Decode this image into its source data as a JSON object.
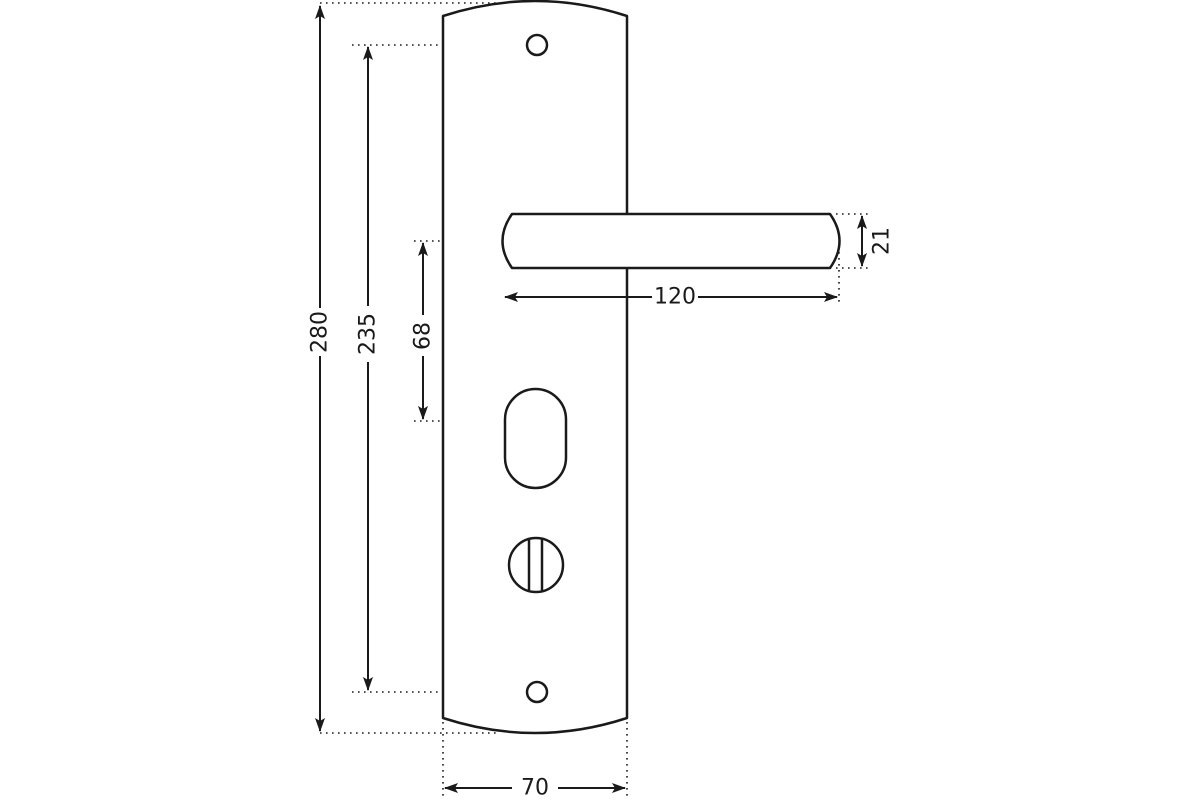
{
  "colors": {
    "line": "#1a1a1a",
    "background": "#ffffff"
  },
  "dimensions": {
    "overall_height": "280",
    "hole_spacing": "235",
    "handle_to_keyhole": "68",
    "handle_length": "120",
    "handle_thickness": "21",
    "plate_width": "70"
  }
}
